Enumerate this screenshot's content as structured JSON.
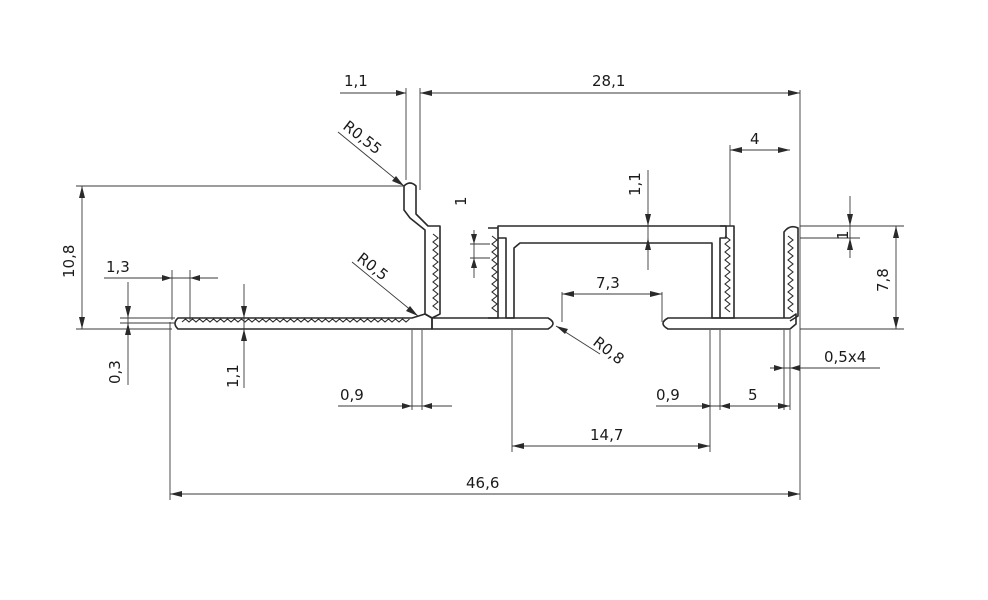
{
  "drawing": {
    "dimensions": {
      "overall_width": "46,6",
      "top_width": "28,1",
      "lip_width": "1,1",
      "left_height": "10,8",
      "right_height": "7,8",
      "step_1_3": "1,3",
      "thickness_0_3": "0,3",
      "base_thickness": "1,1",
      "channel_width": "14,7",
      "slot_width": "7,3",
      "flange_width": "4",
      "top_thickness": "1,1",
      "small_1_left": "1",
      "small_1_right": "1",
      "wall_0_9_left": "0,9",
      "wall_0_9_right": "0,9",
      "right_gap": "5",
      "ribs": "0,5x4",
      "radius_055": "R0,55",
      "radius_05": "R0,5",
      "radius_08": "R0,8"
    },
    "colors": {
      "line": "#2a2a2a",
      "text": "#1a1a1a",
      "background": "#ffffff"
    }
  }
}
